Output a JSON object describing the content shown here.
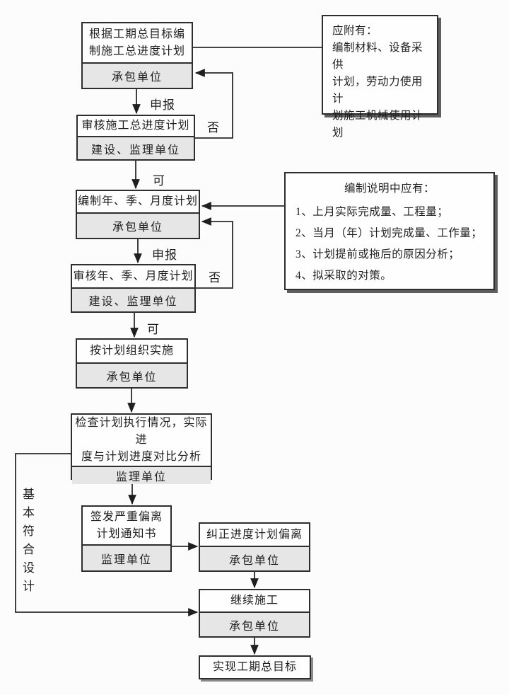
{
  "page": {
    "background": "#fdfcfd",
    "box_border_color": "#2e2e2e",
    "org_row_bg": "#e7e6e7",
    "note_shadow_color": "#5f5f5f"
  },
  "flow": {
    "boxes": [
      {
        "title": "根据工期总目标编\n制施工总进度计划",
        "org": "承包单位"
      },
      {
        "title": "审核施工总进度计划",
        "org": "建设、监理单位"
      },
      {
        "title": "编制年、季、月度计划",
        "org": "承包单位"
      },
      {
        "title": "审核年、季、月度计划",
        "org": "建设、监理单位"
      },
      {
        "title": "按计划组织实施",
        "org": "承包单位"
      },
      {
        "title": "检查计划执行情况，实际进\n度与计划进度对比分析",
        "org": "监理单位"
      },
      {
        "title": "签发严重偏离\n计划通知书",
        "org": "监理单位"
      },
      {
        "title": "纠正进度计划偏离",
        "org": "承包单位"
      },
      {
        "title": "继续施工",
        "org": "承包单位"
      },
      {
        "title": "实现工期总目标"
      }
    ],
    "edge_labels": {
      "apply1": "申报",
      "no1": "否",
      "yes1": "可",
      "apply2": "申报",
      "no2": "否",
      "yes2": "可",
      "basic_conform": "基本符合设计"
    }
  },
  "annotations": {
    "attachment_note": "应附有：\n编制材料、设备采供\n计划，劳动力使用计\n划施工机械使用计\n划",
    "explain_note": {
      "title": "编制说明中应有：",
      "items": [
        "1、上月实际完成量、工程量；",
        "2、当月（年）计划完成量、工作量；",
        "3、计划提前或拖后的原因分析；",
        "4、拟采取的对策。"
      ]
    }
  }
}
